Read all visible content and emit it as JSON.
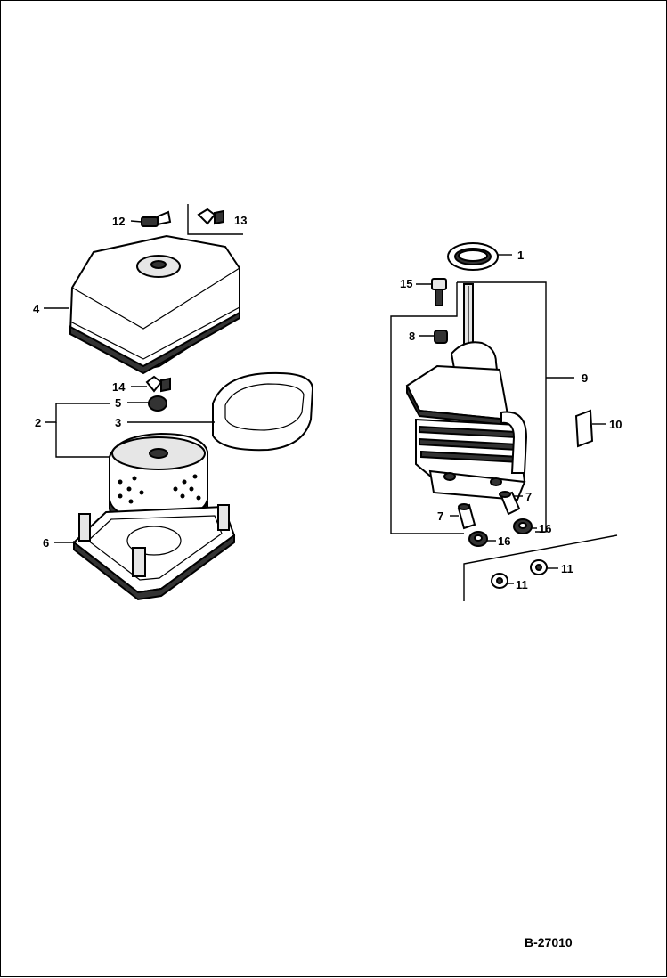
{
  "diagram": {
    "drawing_code": "B-27010",
    "callouts": [
      {
        "id": "c1",
        "text": "1"
      },
      {
        "id": "c2",
        "text": "2"
      },
      {
        "id": "c3",
        "text": "3"
      },
      {
        "id": "c4",
        "text": "4"
      },
      {
        "id": "c5",
        "text": "5"
      },
      {
        "id": "c6",
        "text": "6"
      },
      {
        "id": "c7a",
        "text": "7"
      },
      {
        "id": "c7b",
        "text": "7"
      },
      {
        "id": "c8",
        "text": "8"
      },
      {
        "id": "c9",
        "text": "9"
      },
      {
        "id": "c10",
        "text": "10"
      },
      {
        "id": "c11a",
        "text": "11"
      },
      {
        "id": "c11b",
        "text": "11"
      },
      {
        "id": "c12",
        "text": "12"
      },
      {
        "id": "c13",
        "text": "13"
      },
      {
        "id": "c14",
        "text": "14"
      },
      {
        "id": "c15",
        "text": "15"
      },
      {
        "id": "c16a",
        "text": "16"
      },
      {
        "id": "c16b",
        "text": "16"
      }
    ]
  }
}
